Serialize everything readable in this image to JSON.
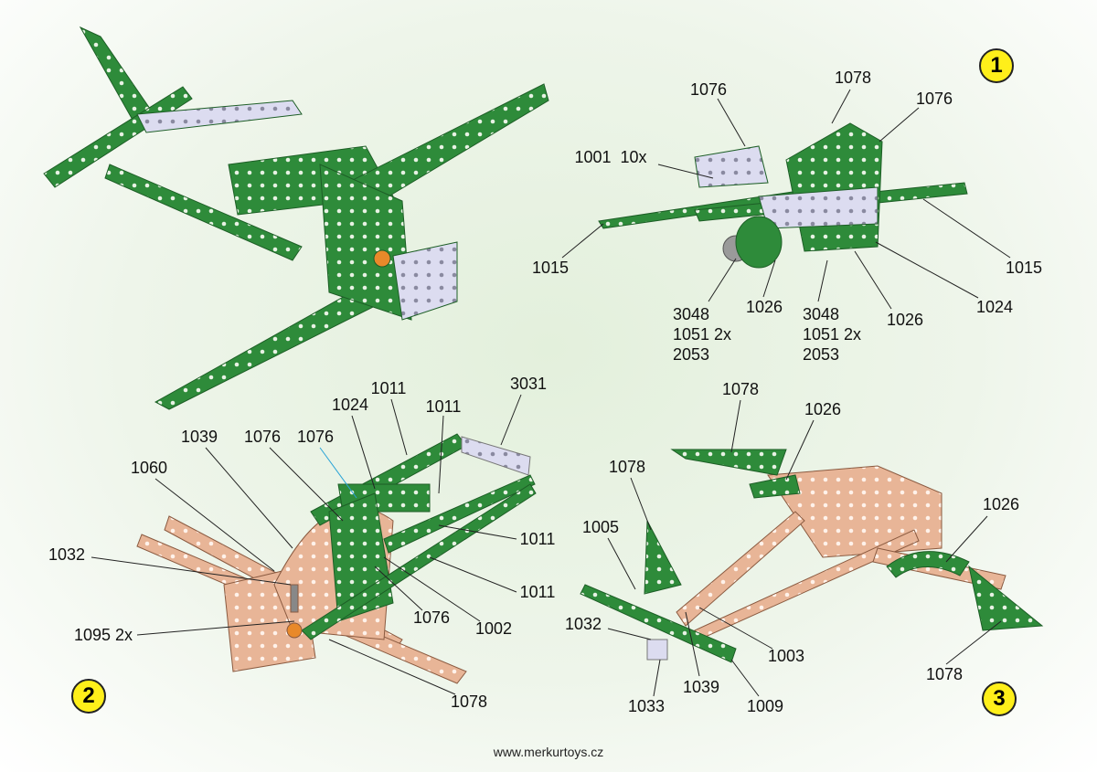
{
  "steps": [
    {
      "number": "1",
      "labels": [
        "1076",
        "1078",
        "1076",
        "1001  10x",
        "1015",
        "1015",
        "1024",
        "3048\n1051 2x\n2053",
        "1026",
        "3048\n1051 2x\n2053",
        "1026"
      ]
    },
    {
      "number": "2",
      "labels": [
        "1011",
        "1011",
        "3031",
        "1024",
        "1039",
        "1076",
        "1076",
        "1060",
        "1032",
        "1095 2x",
        "1011",
        "1011",
        "1076",
        "1002",
        "1078"
      ]
    },
    {
      "number": "3",
      "labels": [
        "1078",
        "1026",
        "1078",
        "1005",
        "1026",
        "1032",
        "1003",
        "1078",
        "1033",
        "1039",
        "1009"
      ]
    }
  ],
  "footer": "www.merkurtoys.cz",
  "colors": {
    "green": "#2e8b3a",
    "white_part": "#dcdcf0",
    "copper": "#e8b597",
    "badge": "#ffef1a"
  }
}
